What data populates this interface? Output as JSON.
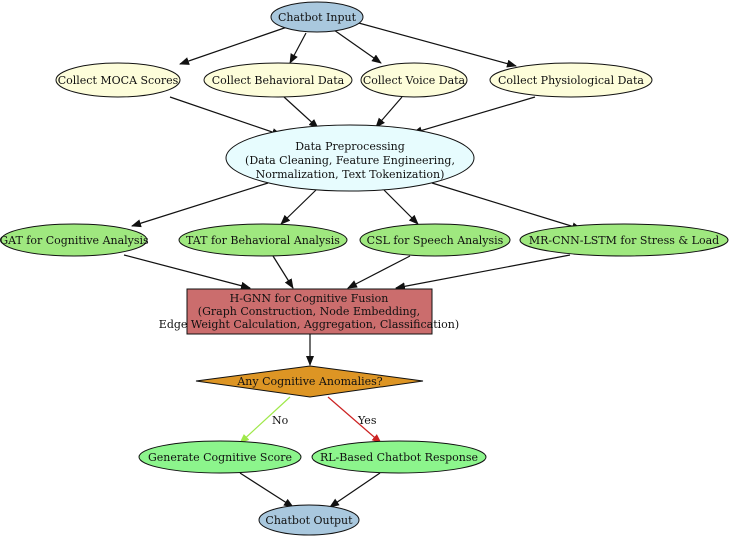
{
  "nodes": {
    "chatbot_input": {
      "label": "Chatbot Input",
      "fill": "#a9c8de"
    },
    "collect_moca": {
      "label": "Collect MOCA Scores",
      "fill": "#fdfdda"
    },
    "collect_behavioral": {
      "label": "Collect Behavioral Data",
      "fill": "#fdfdda"
    },
    "collect_voice": {
      "label": "Collect Voice Data",
      "fill": "#fdfdda"
    },
    "collect_physio": {
      "label": "Collect Physiological Data",
      "fill": "#fdfdda"
    },
    "preprocessing": {
      "lines": [
        "Data Preprocessing",
        "(Data Cleaning, Feature Engineering,",
        "Normalization, Text Tokenization)"
      ],
      "fill": "#e7fcfe"
    },
    "gat": {
      "label": "GAT for Cognitive Analysis",
      "fill": "#9fe87f"
    },
    "tat": {
      "label": "TAT for Behavioral Analysis",
      "fill": "#9fe87f"
    },
    "csl": {
      "label": "CSL for Speech Analysis",
      "fill": "#9fe87f"
    },
    "mrcnn": {
      "label": "MR-CNN-LSTM for Stress & Load",
      "fill": "#9fe87f"
    },
    "hgnn": {
      "lines": [
        "H-GNN for Cognitive Fusion",
        "(Graph Construction, Node Embedding,",
        "Edge Weight Calculation, Aggregation, Classification)"
      ],
      "fill": "#cb6d6d"
    },
    "anomaly": {
      "label": "Any Cognitive Anomalies?",
      "fill": "#dd9524"
    },
    "gen_score": {
      "label": "Generate Cognitive Score",
      "fill": "#8cf58c"
    },
    "rl_response": {
      "label": "RL-Based Chatbot Response",
      "fill": "#8cf58c"
    },
    "chatbot_output": {
      "label": "Chatbot Output",
      "fill": "#a9c8de"
    }
  },
  "edges": {
    "no_label": "No",
    "yes_label": "Yes",
    "no_color": "#9fe84a",
    "yes_color": "#cc2222",
    "default_color": "#111111"
  }
}
